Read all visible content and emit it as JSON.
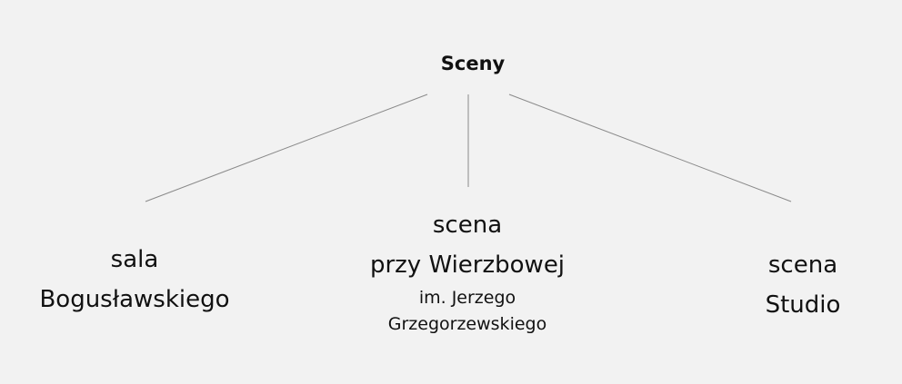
{
  "diagram": {
    "root": {
      "label": "Sceny"
    },
    "children": [
      {
        "lines": [
          "sala",
          "Bogusławskiego"
        ]
      },
      {
        "lines": [
          "scena",
          "przy Wierzbowej"
        ],
        "sub_lines": [
          "im. Jerzego",
          "Grzegorzewskiego"
        ]
      },
      {
        "lines": [
          "scena",
          "Studio"
        ]
      }
    ],
    "colors": {
      "background": "#f2f2f2",
      "text": "#111111",
      "connector": "#8a8a8a"
    }
  }
}
